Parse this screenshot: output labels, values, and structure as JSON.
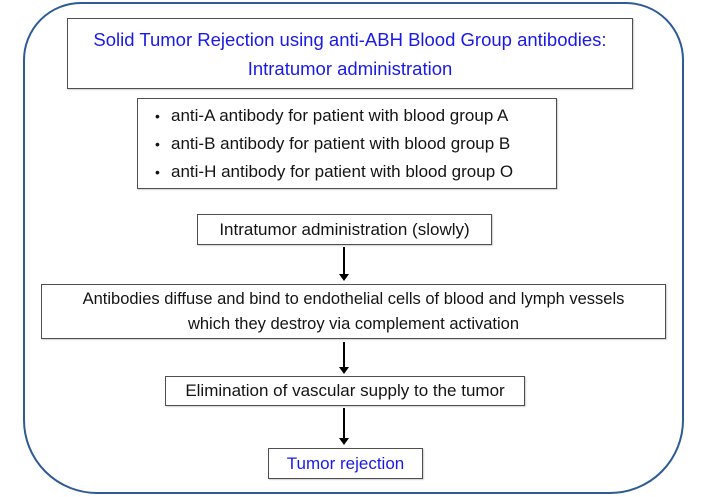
{
  "slide": {
    "title": {
      "line1": "Solid Tumor Rejection using anti-ABH Blood Group antibodies:",
      "line2": "Intratumor administration"
    },
    "antibody_list": {
      "bullet_glyph": "•",
      "items": [
        "anti-A antibody for patient with blood group A",
        "anti-B antibody for patient with blood group B",
        "anti-H antibody for patient with blood group O"
      ]
    },
    "flow": {
      "administration": {
        "label": "Intratumor administration (slowly)"
      },
      "diffusion": {
        "line1": "Antibodies diffuse and bind to endothelial cells of blood and lymph vessels",
        "line2": "which they destroy via complement activation"
      },
      "elimination": {
        "label": "Elimination of vascular supply to the tumor"
      },
      "result": {
        "label": "Tumor rejection"
      }
    },
    "colors": {
      "title_text": "#1a1ae8",
      "result_text": "#1a1ae8",
      "body_text": "#141414",
      "outer_border": "#2e5b96",
      "box_border": "#4f4f4f",
      "arrow": "#000000",
      "background": "#ffffff"
    }
  }
}
